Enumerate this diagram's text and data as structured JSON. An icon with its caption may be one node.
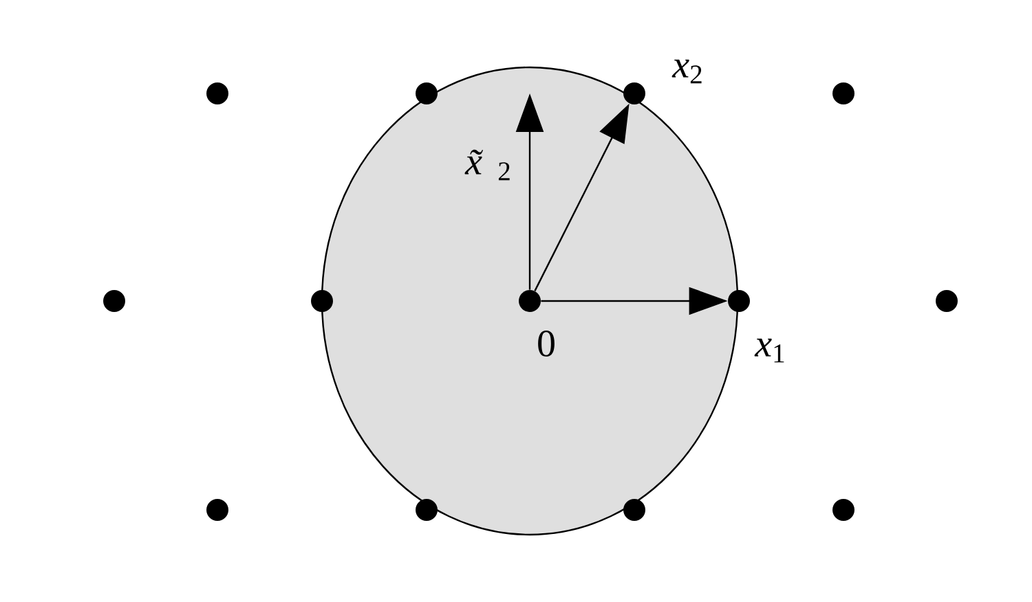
{
  "diagram": {
    "nodes": [
      {
        "text": [],
        "shape": "circle"
      },
      {
        "text": [],
        "shape": "circle"
      },
      {
        "text": [],
        "shape": "circle",
        "beside": [
          "*x*$_{2}$"
        ]
      },
      {
        "text": [],
        "shape": "circle"
      },
      {
        "text": [],
        "shape": "circle"
      },
      {
        "text": [],
        "shape": "circle"
      },
      {
        "text": [],
        "shape": "circle",
        "beside": [
          "0"
        ]
      },
      {
        "text": [],
        "shape": "circle",
        "beside": [
          "*x*$_{1}$"
        ]
      },
      {
        "text": [],
        "shape": "circle"
      },
      {
        "text": [],
        "shape": "circle"
      },
      {
        "text": [],
        "shape": "circle"
      },
      {
        "text": [],
        "shape": "circle"
      },
      {
        "text": [],
        "shape": "circle"
      }
    ],
    "edges": [
      {
        "from": 6,
        "to": 7,
        "arrow": "to"
      },
      {
        "from": 6,
        "to": 2,
        "arrow": "to"
      },
      {
        "from": 6,
        "to": null,
        "arrow": "to",
        "label": "*x̃*$_{2}$"
      }
    ]
  }
}
